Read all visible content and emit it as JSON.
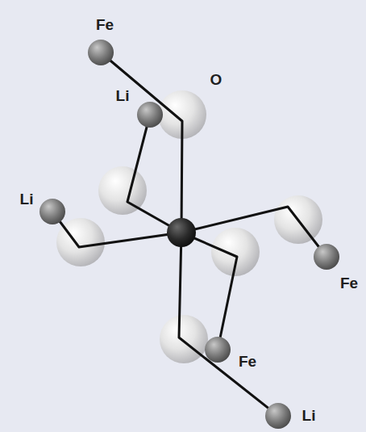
{
  "diagram": {
    "labels": [
      "Fe",
      "Li",
      "O",
      "Li",
      "Fe",
      "Fe",
      "Li"
    ]
  }
}
